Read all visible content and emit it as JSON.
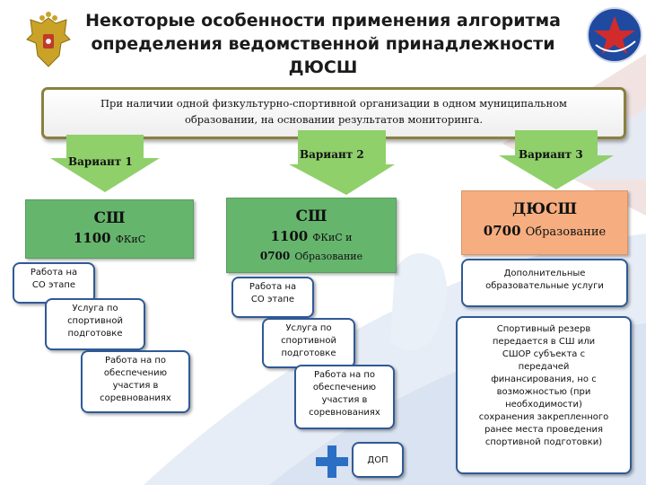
{
  "title": {
    "line1": "Некоторые особенности применения алгоритма",
    "line2": "определения ведомственной принадлежности ДЮСШ"
  },
  "banner": {
    "line1": "При наличии одной физкультурно-спортивной организации в одном муниципальном",
    "line2": "образовании, на основании результатов мониторинга."
  },
  "variants": [
    {
      "label": "Вариант 1",
      "card": {
        "name": "СШ",
        "code": "1100",
        "sub": "ФКиС",
        "code2": "",
        "sub2": ""
      },
      "chips": [
        {
          "lines": [
            "Работа на",
            "СО этапе"
          ]
        },
        {
          "lines": [
            "Услуга по",
            "спортивной",
            "подготовке"
          ]
        },
        {
          "lines": [
            "Работа на по",
            "обеспечению",
            "участия в",
            "соревнованиях"
          ]
        }
      ]
    },
    {
      "label": "Вариант 2",
      "card": {
        "name": "СШ",
        "code": "1100",
        "sub": "ФКиС и",
        "code2": "0700",
        "sub2": "Образование"
      },
      "chips": [
        {
          "lines": [
            "Работа на",
            "СО этапе"
          ]
        },
        {
          "lines": [
            "Услуга по",
            "спортивной",
            "подготовке"
          ]
        },
        {
          "lines": [
            "Работа на по",
            "обеспечению",
            "участия в",
            "соревнованиях"
          ]
        }
      ],
      "extra": "ДОП"
    },
    {
      "label": "Вариант 3",
      "card": {
        "name": "ДЮСШ",
        "code": "0700",
        "sub": "Образование"
      },
      "chips": [
        {
          "lines": [
            "Дополнительные",
            "образовательные услуги"
          ]
        },
        {
          "lines": [
            "Спортивный резерв",
            "передается в  СШ или",
            "СШОР субъекта с",
            "передачей",
            "финансирования, но с",
            "возможностью (при",
            "необходимости)",
            "сохранения закрепленного",
            "ранее места проведения",
            "спортивной подготовки)"
          ]
        }
      ]
    }
  ],
  "colors": {
    "card_green": "#66b56d",
    "card_orange": "#f6ae80",
    "arrow_green": "#8fd06a",
    "chip_border": "#2f5a96",
    "plus_blue": "#2b6fc4",
    "banner_border": "#8a8040"
  },
  "icons": [
    "russian-emblem-icon",
    "ministry-logo-icon",
    "plus-icon"
  ]
}
